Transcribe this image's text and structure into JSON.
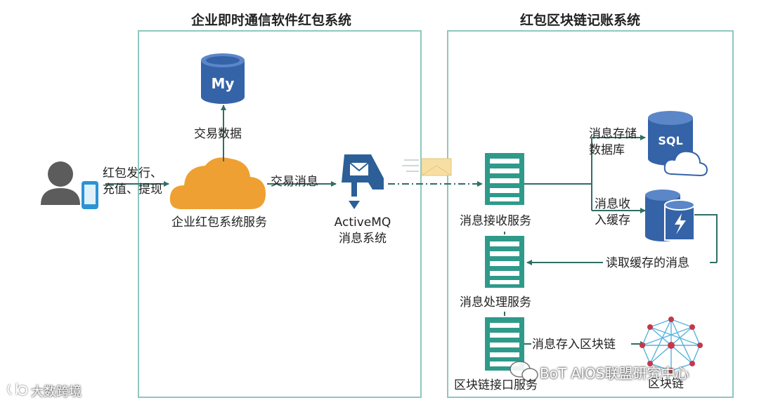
{
  "panels": {
    "left_title": "企业即时通信软件红包系统",
    "right_title": "红包区块链记账系统"
  },
  "nodes": {
    "mysql_icon_text": "My",
    "trade_data": "交易数据",
    "user_actions": "红包发行、\n充值、提现",
    "enterprise_service": "企业红包系统服务",
    "trade_message": "交易消息",
    "activemq": "ActiveMQ\n消息系统",
    "msg_receive_service": "消息接收服务",
    "msg_store_db": "消息存储\n数据库",
    "sql_icon_text": "SQL",
    "msg_cache": "消息收\n入缓存",
    "read_cache": "读取缓存的消息",
    "msg_process_service": "消息处理服务",
    "store_to_blockchain": "消息存入区块链",
    "blockchain_interface": "区块链接口服务",
    "blockchain": "区块链"
  },
  "watermarks": {
    "left": "大数跨境",
    "right": "BoT AIOS联盟研究中心"
  },
  "colors": {
    "panel_border": "#8fc7c0",
    "arrow": "#2f6e66",
    "server_teal": "#2f9a8a",
    "db_blue": "#3563a8",
    "cloud_orange": "#efa033",
    "person_gray": "#5c5c5c",
    "phone_blue": "#2b93d6",
    "mq_blue": "#2c5f97",
    "blockchain_red": "#c9364a",
    "blockchain_blue": "#55b4de"
  }
}
